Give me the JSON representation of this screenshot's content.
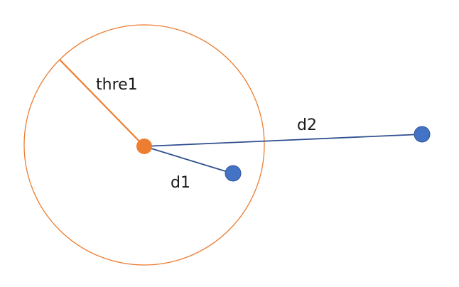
{
  "diagram": {
    "labels": {
      "radius": "thre1",
      "near_distance": "d1",
      "far_distance": "d2"
    },
    "colors": {
      "center": "#ed7d31",
      "circle": "#ed7d31",
      "radius_line": "#ed7d31",
      "point": "#4472c4",
      "point_outline": "#2f5597",
      "distance_line": "#2f4f8f"
    }
  }
}
